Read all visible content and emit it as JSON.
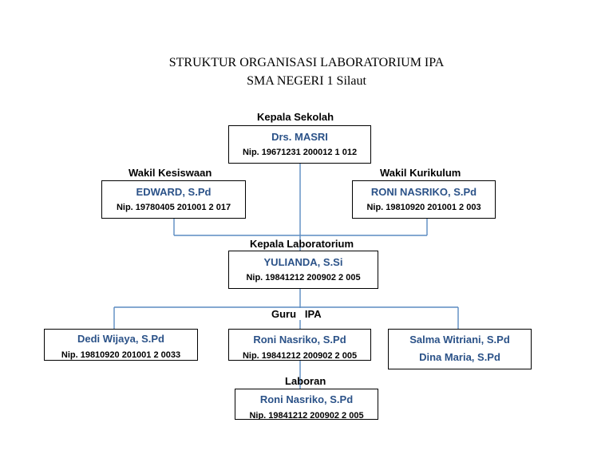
{
  "title": {
    "line1": "STRUKTUR ORGANISASI LABORATORIUM IPA",
    "line2": "SMA NEGERI 1 Silaut"
  },
  "kepala_sekolah": {
    "role": "Kepala Sekolah",
    "name": "Drs. MASRI",
    "nip": "Nip. 19671231 200012 1 012"
  },
  "wakil_kesiswaan": {
    "role": "Wakil Kesiswaan",
    "name": "EDWARD, S.Pd",
    "nip": "Nip. 19780405 201001 2 017"
  },
  "wakil_kurikulum": {
    "role": "Wakil Kurikulum",
    "name": "RONI NASRIKO, S.Pd",
    "nip": "Nip. 19810920 201001 2 003"
  },
  "kepala_lab": {
    "role": "Kepala Laboratorium",
    "name": "YULIANDA, S.Si",
    "nip": "Nip. 19841212 200902 2 005"
  },
  "guru_ipa": {
    "role": "Guru   IPA",
    "guru1": {
      "name": "Dedi Wijaya, S.Pd",
      "nip": "Nip. 19810920 201001 2 0033"
    },
    "guru2": {
      "name": "Roni Nasriko, S.Pd",
      "nip": "Nip. 19841212 200902 2 005"
    },
    "guru3": {
      "name1": "Salma Witriani, S.Pd",
      "name2": "Dina Maria, S.Pd"
    }
  },
  "laboran": {
    "role": "Laboran",
    "name": "Roni Nasriko, S.Pd",
    "nip": "Nip. 19841212 200902 2 005"
  }
}
